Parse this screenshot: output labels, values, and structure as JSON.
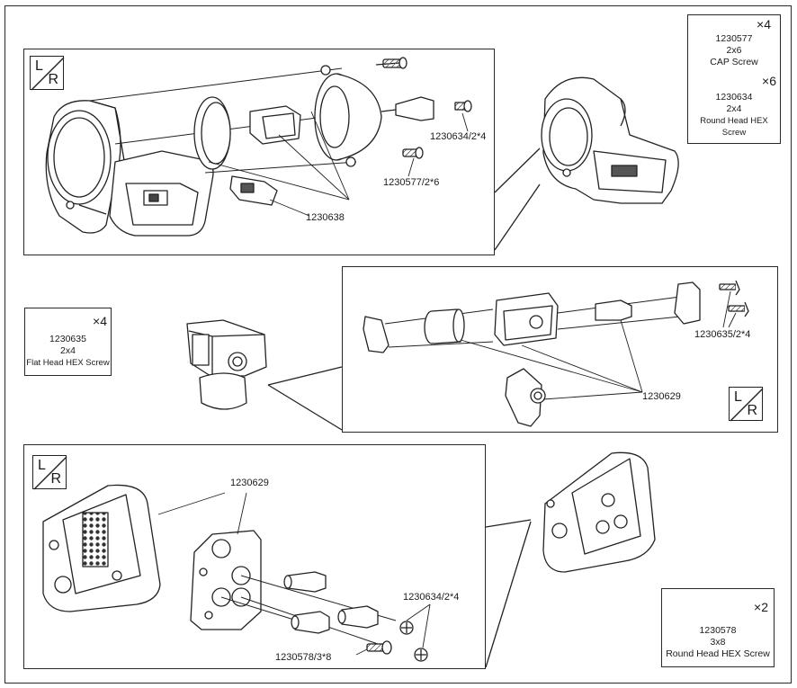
{
  "lr_badge": {
    "left": "L",
    "right": "R"
  },
  "legends": {
    "cap_screw": {
      "qty": "×4",
      "code": "1230577",
      "size": "2x6",
      "name": "CAP Screw"
    },
    "round_head_1": {
      "qty": "×6",
      "code": "1230634",
      "size": "2x4",
      "name": "Round Head HEX Screw"
    },
    "flat_head": {
      "qty": "×4",
      "code": "1230635",
      "size": "2x4",
      "name": "Flat Head HEX Screw"
    },
    "round_head_2": {
      "qty": "×2",
      "code": "1230578",
      "size": "3x8",
      "name": "Round Head HEX Screw"
    }
  },
  "callouts": {
    "p1_screw_a": "1230634/2*4",
    "p1_screw_b": "1230577/2*6",
    "p1_part": "1230638",
    "p2_screw": "1230635/2*4",
    "p2_part": "1230629",
    "p3_part": "1230629",
    "p3_screw_a": "1230634/2*4",
    "p3_screw_b": "1230578/3*8"
  }
}
